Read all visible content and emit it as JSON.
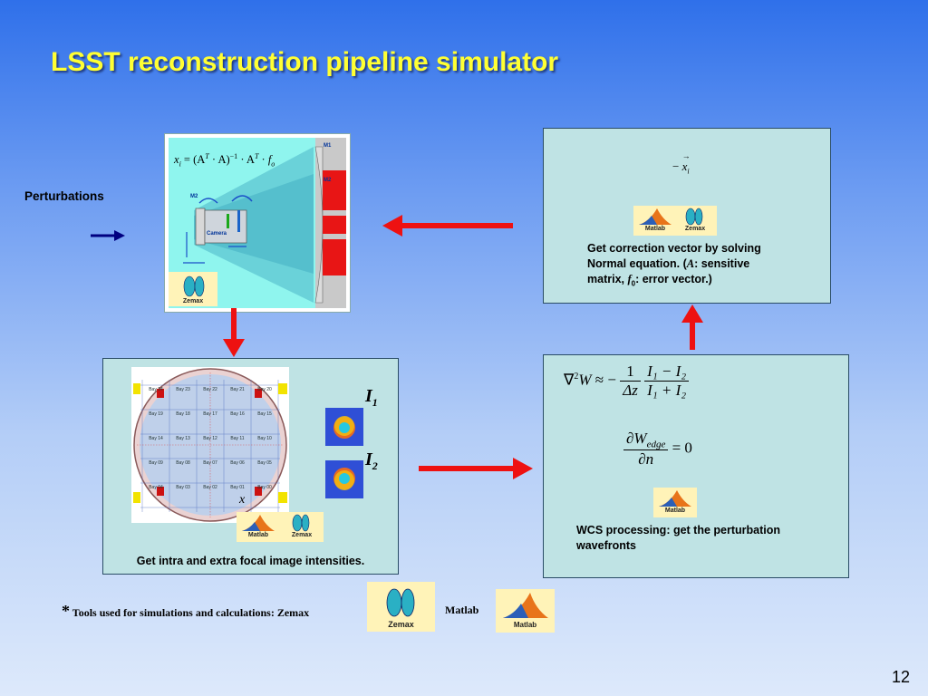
{
  "slide": {
    "title": "LSST reconstruction pipeline simulator",
    "page_number": "12"
  },
  "perturbations_label": "Perturbations",
  "optics_panel": {
    "equation": "x_i = (Aᵀ · A)⁻¹ · Aᵀ · f_o",
    "eq_lhs": "x",
    "eq_lhs_sub": "i",
    "eq_body": "= (A",
    "eq_T1": "T",
    "eq_mid1": " · A)",
    "eq_inv": "−1",
    "eq_mid2": " · A",
    "eq_T2": "T",
    "eq_mid3": " · ",
    "eq_f": "f",
    "eq_f_sub": "o",
    "labels": {
      "m1": "M1",
      "m2_right": "M2",
      "m2_left": "M2",
      "camera": "Camera",
      "zemax": "Zemax"
    }
  },
  "correction_panel": {
    "formula_sign": "−",
    "formula_var": "x",
    "formula_sub": "i",
    "matlab_logo": "Matlab",
    "zemax_logo": "Zemax",
    "desc_line1": "Get correction vector by solving",
    "desc_line2_a": "Normal equation. (",
    "desc_line2_A": "A",
    "desc_line2_b": ": sensitive",
    "desc_line3_a": "matrix, ",
    "desc_line3_f": "f",
    "desc_line3_sub": "0",
    "desc_line3_b": ": error vector.)"
  },
  "focal_panel": {
    "rafts": [
      [
        "Bay 24",
        "Bay 23",
        "Bay 22",
        "Bay 21",
        "Bay 20"
      ],
      [
        "Bay 19",
        "Bay 18",
        "Bay 17",
        "Bay 16",
        "Bay 15"
      ],
      [
        "Bay 14",
        "Bay 13",
        "Bay 12",
        "Bay 11",
        "Bay 10"
      ],
      [
        "Bay 09",
        "Bay 08",
        "Bay 07",
        "Bay 06",
        "Bay 05"
      ],
      [
        "Bay 04",
        "Bay 03",
        "Bay 02",
        "Bay 01",
        "Bay 00"
      ]
    ],
    "x_label": "x",
    "i1_label": "I",
    "i1_sub": "1",
    "i2_label": "I",
    "i2_sub": "2",
    "matlab_logo": "Matlab",
    "zemax_logo": "Zemax",
    "caption": "Get intra and extra focal image intensities."
  },
  "wcs_panel": {
    "eq1_nabla": "∇",
    "eq1_sq": "2",
    "eq1_W": "W",
    "eq1_approx": "≈ −",
    "eq1_frac1_num": "1",
    "eq1_frac1_den": "Δz",
    "eq1_frac2_num": "I₁ − I₂",
    "eq1_frac2_den": "I₁ + I₂",
    "eq2_num": "∂W",
    "eq2_sub": "edge",
    "eq2_den": "∂n",
    "eq2_rhs": "= 0",
    "matlab_logo": "Matlab",
    "desc_line1": "WCS processing:  get  the  perturbation",
    "desc_line2": "wavefronts"
  },
  "tools_footer": {
    "asterisk": "*",
    "text": "Tools used for simulations and calculations:  Zemax",
    "zemax_logo": "Zemax",
    "matlab_text": "Matlab",
    "matlab_logo": "Matlab"
  },
  "colors": {
    "title": "#ffff33",
    "flow_arrow": "#ee1111",
    "input_arrow": "#000080",
    "panel": "#bfe3e4",
    "logo_bg": "#fff3b8"
  }
}
